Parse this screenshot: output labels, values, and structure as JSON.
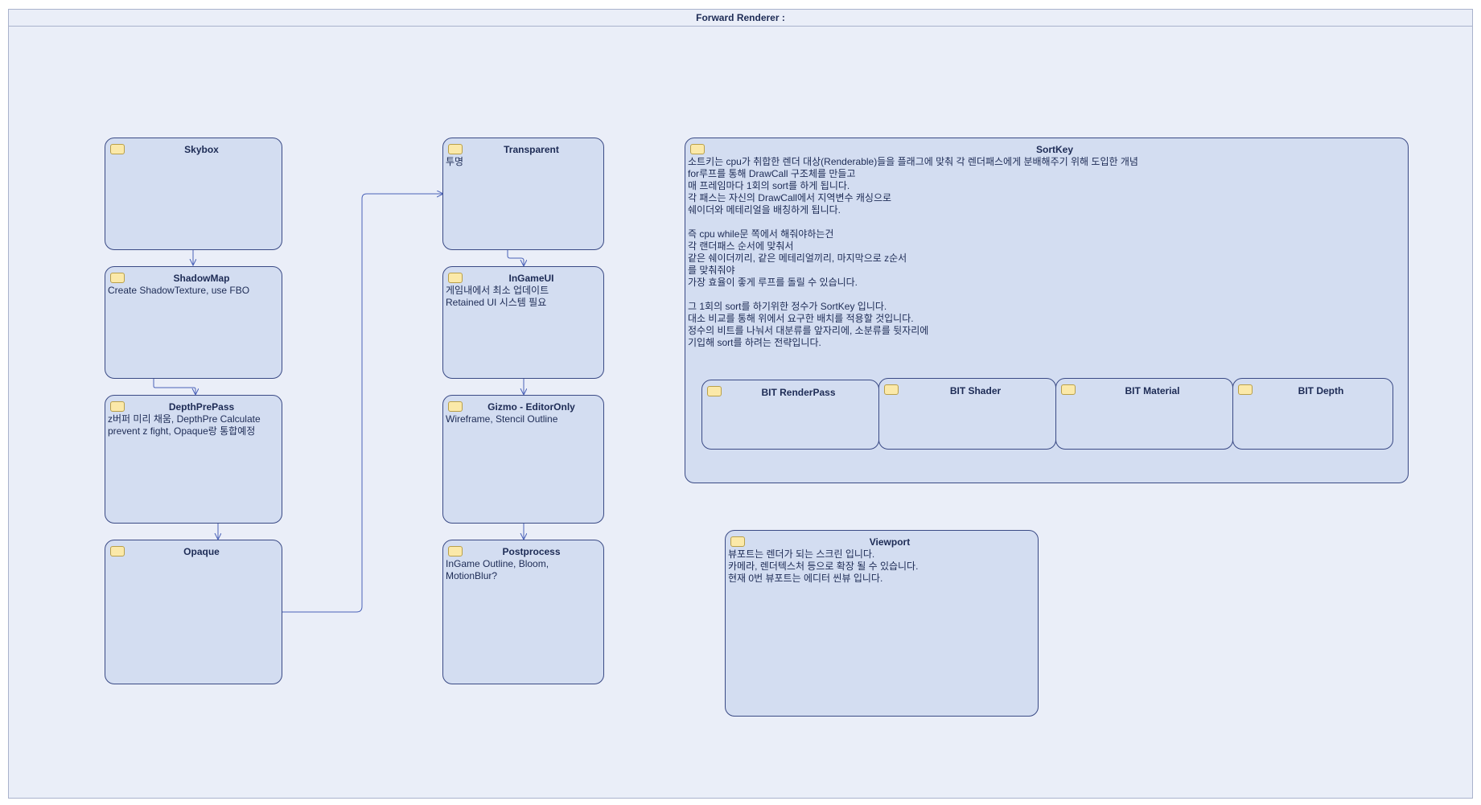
{
  "frame": {
    "title": "Forward Renderer :"
  },
  "states": {
    "skybox": {
      "title": "Skybox",
      "lines": []
    },
    "shadowmap": {
      "title": "ShadowMap",
      "lines": [
        "Create ShadowTexture, use FBO"
      ]
    },
    "depthprepass": {
      "title": "DepthPrePass",
      "lines": [
        "z버퍼 미리 채움, DepthPre Calculate",
        "prevent z fight, Opaque랑 통합예정"
      ]
    },
    "opaque": {
      "title": "Opaque",
      "lines": []
    },
    "transparent": {
      "title": "Transparent",
      "lines": [
        "투명"
      ]
    },
    "ingameui": {
      "title": "InGameUI",
      "lines": [
        "게임내에서 최소 업데이트",
        "Retained UI 시스템 필요"
      ]
    },
    "gizmo": {
      "title": "Gizmo - EditorOnly",
      "lines": [
        "Wireframe, Stencil Outline"
      ]
    },
    "postprocess": {
      "title": "Postprocess",
      "lines": [
        "InGame Outline, Bloom,",
        "MotionBlur?"
      ]
    },
    "sortkey": {
      "title": "SortKey",
      "lines": [
        "소트키는 cpu가 취합한 렌더 대상(Renderable)들을 플래그에 맞춰 각 렌더패스에게 분배해주기 위해 도입한 개념",
        "for루프를 통해 DrawCall 구조체를 만들고",
        "매 프레임마다 1회의 sort를 하게 됩니다.",
        "각 패스는 자신의 DrawCall에서 지역변수 캐싱으로",
        "쉐이더와 메테리얼을 배칭하게 됩니다.",
        "",
        "즉 cpu while문 쪽에서 해줘야하는건",
        "각 랜더패스 순서에 맞춰서",
        "같은 쉐이더끼리, 같은 메테리얼끼리, 마지막으로 z순서",
        "를 맞춰줘야",
        "가장 효율이 좋게 루프를 돌릴 수 있습니다.",
        "",
        "그 1회의 sort를 하기위한 정수가 SortKey 입니다.",
        "대소 비교를 통해 위에서 요구한 배치를 적용할 것입니다.",
        "정수의 비트를 나눠서 대분류를 앞자리에, 소분류를 뒷자리에",
        "기입해 sort를 하려는 전략입니다."
      ],
      "subs": {
        "renderpass": "BIT RenderPass",
        "shader": "BIT Shader",
        "material": "BIT Material",
        "depth": "BIT Depth"
      }
    },
    "viewport": {
      "title": "Viewport",
      "lines": [
        "뷰포트는 렌더가 되는 스크린 입니다.",
        "카메라, 렌더텍스처 등으로 확장 될 수 있습니다.",
        "현재 0번 뷰포트는 에디터 씬뷰 입니다."
      ]
    }
  },
  "colors": {
    "frame_bg": "#eaeef8",
    "state_fill": "#d3ddf1",
    "state_border": "#3a4a85",
    "icon_fill": "#fbe9a9",
    "arrow": "#4a62b8"
  }
}
